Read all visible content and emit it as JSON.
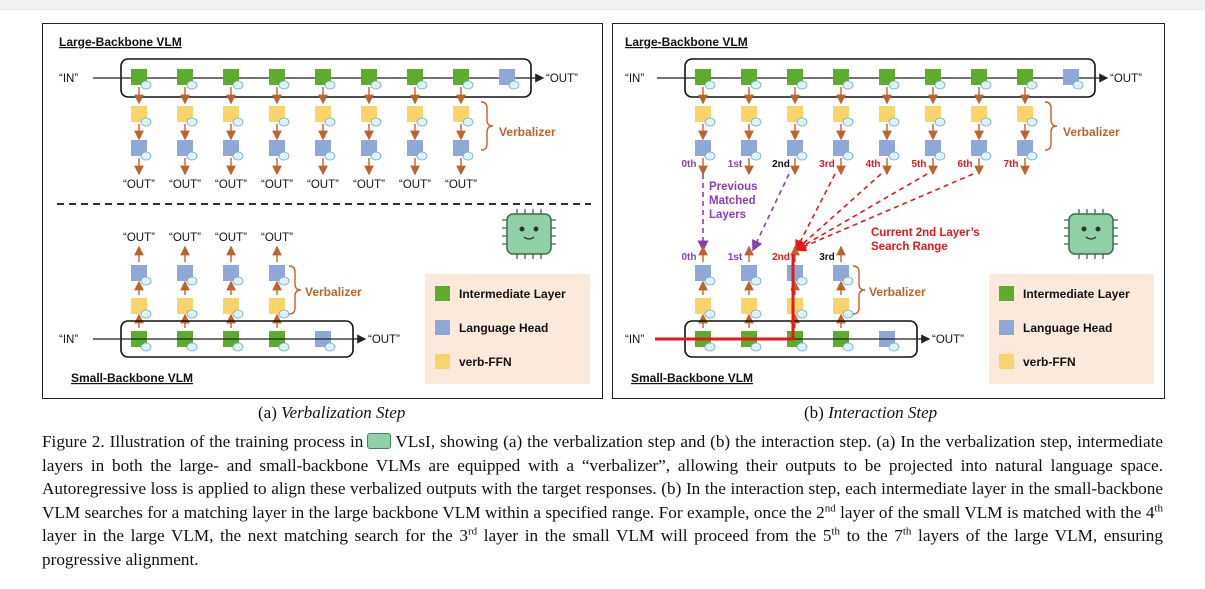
{
  "panel_a": {
    "top_title": "Large-Backbone VLM",
    "bottom_title": "Small-Backbone VLM",
    "in_label": "“IN”",
    "out_label": "“OUT”",
    "verbalizer": "Verbalizer",
    "legend": [
      "Intermediate Layer",
      "Language Head",
      "verb-FFN"
    ]
  },
  "panel_b": {
    "top_title": "Large-Backbone VLM",
    "bottom_title": "Small-Backbone VLM",
    "in_label": "“IN”",
    "out_label": "“OUT”",
    "verbalizer": "Verbalizer",
    "large_ordinals": [
      "0th",
      "1st",
      "2nd",
      "3rd",
      "4th",
      "5th",
      "6th",
      "7th"
    ],
    "small_ordinals": [
      "0th",
      "1st",
      "2nd",
      "3rd"
    ],
    "previous_matched": [
      "Previous",
      "Matched",
      "Layers"
    ],
    "search_range": [
      "Current 2nd Layer’s",
      "Search Range"
    ],
    "legend": [
      "Intermediate Layer",
      "Language Head",
      "verb-FFN"
    ]
  },
  "captions": {
    "a_prefix": "(a) ",
    "a_italic": "Verbalization Step",
    "b_prefix": "(b) ",
    "b_italic": "Interaction Step"
  },
  "figure_caption": {
    "part1": "Figure 2. Illustration of the training process in",
    "part2": "VLsI, showing (a) the verbalization step and (b) the interaction step. (a) In the verbalization step, intermediate layers in both the large- and small-backbone VLMs are equipped with a “verbalizer”, allowing their outputs to be projected into natural language space. Autoregressive loss is applied to align these verbalized outputs with the target responses. (b) In the interaction step, each intermediate layer in the small-backbone VLM searches for a matching layer in the large backbone VLM within a specified range. For example, once the 2",
    "sup1": "nd",
    "part3": " layer of the small VLM is matched with the 4",
    "sup2": "th",
    "part4": " layer in the large VLM, the next matching search for the 3",
    "sup3": "rd",
    "part5": " layer in the small VLM will proceed from the 5",
    "sup4": "th",
    "part6": " to the 7",
    "sup5": "th",
    "part7": " layers of the large VLM, ensuring progressive alignment."
  },
  "colors": {
    "intermediate": "#5cad2c",
    "head": "#8ea9d8",
    "verb": "#f8d46a",
    "arrow": "#c0622a",
    "red": "#e81818",
    "purple": "#8a3fb8",
    "legend_bg": "#fbe9dc"
  }
}
